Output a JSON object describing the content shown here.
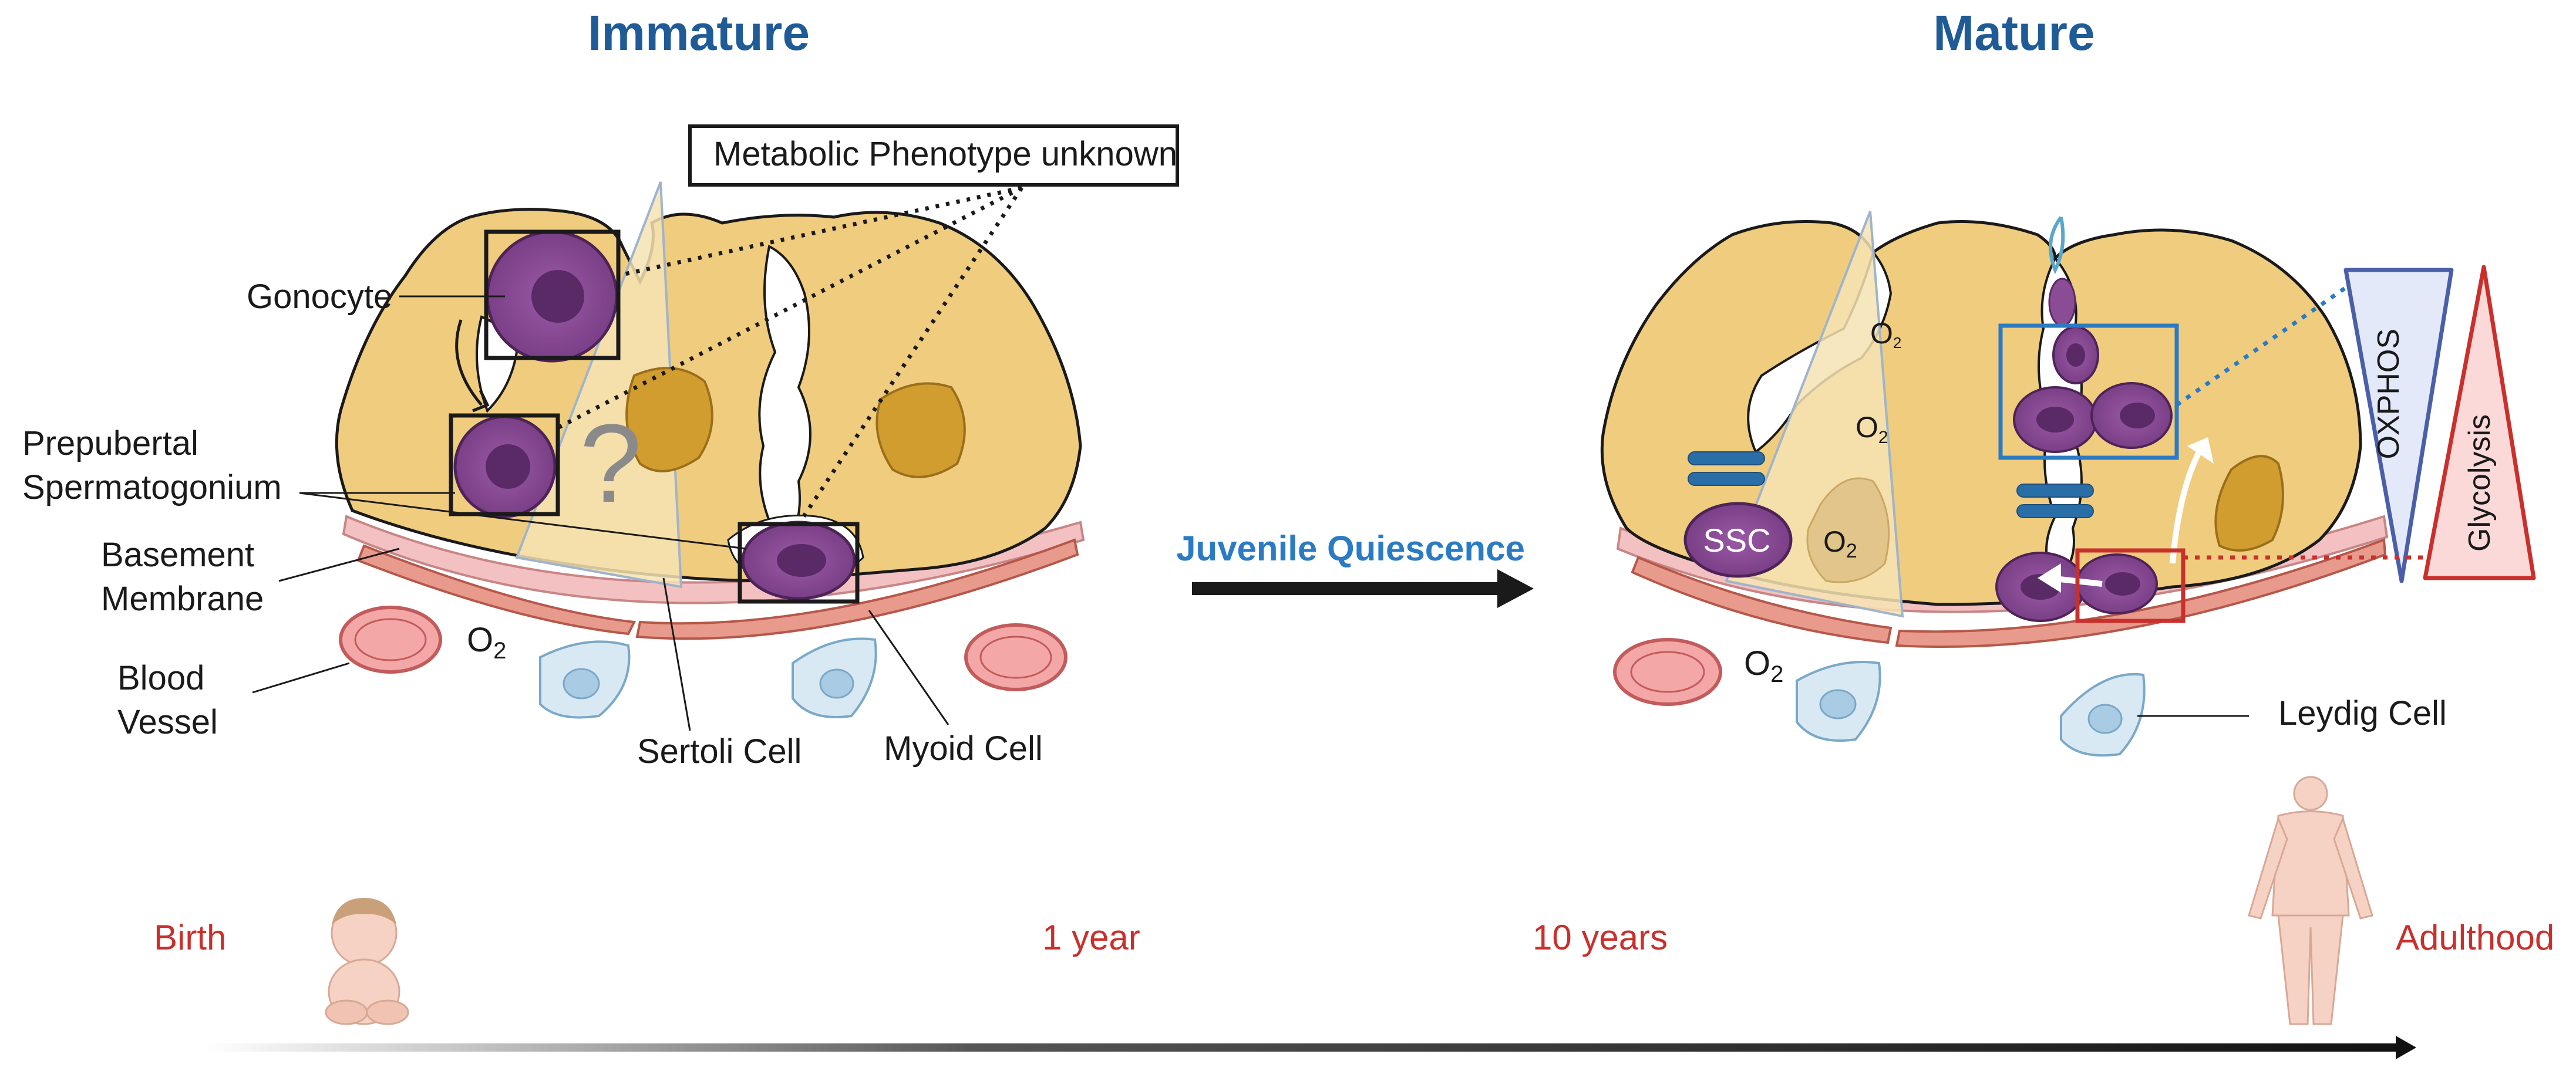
{
  "titles": {
    "immature": "Immature",
    "mature": "Mature"
  },
  "callout": {
    "metabolic": "Metabolic Phenotype  unknown",
    "question": "?"
  },
  "labels": {
    "gonocyte": "Gonocyte",
    "prepubertal_1": "Prepubertal",
    "prepubertal_2": "Spermatogonium",
    "basement_1": "Basement",
    "basement_2": "Membrane",
    "blood_1": "Blood",
    "blood_2": "Vessel",
    "sertoli": "Sertoli Cell",
    "myoid": "Myoid Cell",
    "leydig": "Leydig Cell",
    "ssc": "SSC",
    "oxphos": "OXPHOS",
    "glycolysis": "Glycolysis"
  },
  "oxygen": {
    "o": "O",
    "sub": "2"
  },
  "arrow": {
    "juvenile": "Juvenile Quiescence"
  },
  "timeline": {
    "birth": "Birth",
    "one_year": "1 year",
    "ten_years": "10 years",
    "adulthood": "Adulthood"
  },
  "colors": {
    "title": "#1f5b96",
    "tubule": "#f0cc7e",
    "sertoli_wedge": "#f6e3b3",
    "nucleus_gold": "#d29d2f",
    "germ_cell": "#8b4c96",
    "germ_nucleus": "#5a2a66",
    "membrane": "#e89a8c",
    "vessel": "#f4a7a7",
    "leydig": "#d9e9f4",
    "oxphos_fill": "#e3e9f8",
    "oxphos_stroke": "#4a5fa8",
    "glyco_fill": "#fbd9d9",
    "glyco_stroke": "#c9302c",
    "blue_box": "#2b7bc4",
    "red_box": "#c9302c",
    "timeline_text": "#c9302c"
  }
}
